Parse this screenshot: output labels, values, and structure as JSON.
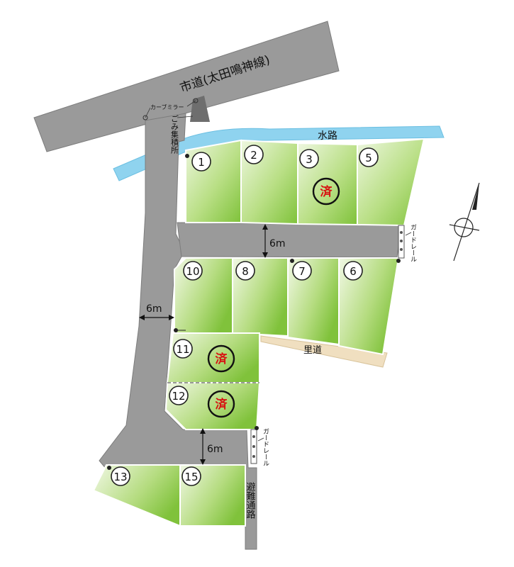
{
  "roads": {
    "city_road": "市道(太田鳴神線)",
    "waterway": "水路",
    "village_road": "里道",
    "evacuation_path": "避難通路"
  },
  "markers": {
    "curve_mirror": "カーブミラー",
    "garbage_station": "ごみ集積所",
    "guardrail_upper": "ガードレール",
    "guardrail_lower": "ガードレール"
  },
  "dimensions": {
    "road_width_top": "6m",
    "road_width_left": "6m",
    "road_width_bottom": "6m"
  },
  "sold_label": "済",
  "lots": [
    {
      "id": "1",
      "label": "1",
      "sold": false
    },
    {
      "id": "2",
      "label": "2",
      "sold": false
    },
    {
      "id": "3",
      "label": "3",
      "sold": true
    },
    {
      "id": "5",
      "label": "5",
      "sold": false
    },
    {
      "id": "10",
      "label": "10",
      "sold": false
    },
    {
      "id": "8",
      "label": "8",
      "sold": false
    },
    {
      "id": "7",
      "label": "7",
      "sold": false
    },
    {
      "id": "6",
      "label": "6",
      "sold": false
    },
    {
      "id": "11",
      "label": "11",
      "sold": true
    },
    {
      "id": "12",
      "label": "12",
      "sold": true
    },
    {
      "id": "13",
      "label": "13",
      "sold": false
    },
    {
      "id": "15",
      "label": "15",
      "sold": false
    }
  ],
  "colors": {
    "road": "#9a9a9a",
    "road_dark": "#6e6e6e",
    "lot_green": "#8ac63f",
    "lot_light": "#eef7e0",
    "water": "#8fd3ef",
    "village_road": "#f0dfc0",
    "sold_text": "#d81010"
  }
}
